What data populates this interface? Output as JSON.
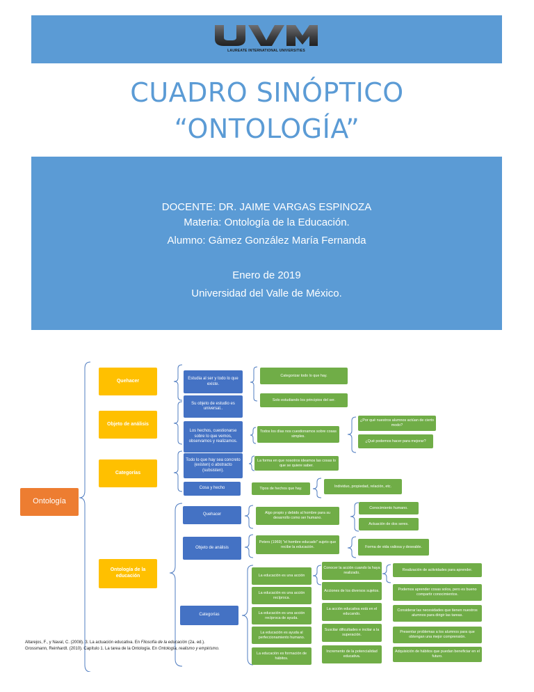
{
  "header": {
    "logo_text": "UVM",
    "logo_tagline": "LAUREATE INTERNATIONAL UNIVERSITIES"
  },
  "title": {
    "line1": "CUADRO SINÓPTICO",
    "line2": "“ONTOLOGÍA”"
  },
  "info": {
    "docente": "DOCENTE: DR. JAIME VARGAS ESPINOZA",
    "materia": "Materia: Ontología de la Educación.",
    "alumno": "Alumno: Gámez González María Fernanda",
    "fecha": "Enero de 2019",
    "universidad": "Universidad del Valle de México."
  },
  "map": {
    "root": "Ontología",
    "n_quehacer": "Quehacer",
    "n_objeto": "Objeto de análisis",
    "n_categorias": "Categorías",
    "n_ontologia_edu": "Ontología de la educación",
    "b_estudia": "Estudia al ser y todo lo que existe.",
    "b_su_objeto": "Su objeto de estudio es universal..",
    "b_hechos": "Los hechos, cuestionarse sobre lo que vemos, observamos y realizamos.",
    "b_todo_lo_que_hay": "Todo lo que hay sea concreto (existen) o abstracto (subsisten).",
    "b_cosa_hecho": "Cosa y hecho",
    "g_categorizar": "Categorizar todo lo que hay.",
    "g_solo_estudiando": "Solo estudiando los principios del ser.",
    "g_todos_los_dias": "Todos los días nos cuestionamos sobre cosas simples.",
    "g_por_que": "¿Por qué nuestros alumnos actúan de cierto modo?",
    "g_que_hacer": "¿Qué podemos hacer para mejorar?",
    "g_forma_ideamos": "La forma en que nosotros ideamos las cosas lo que se quiere saber.",
    "g_tipos_hechos": "Tipos de hechos que hay.",
    "g_individuo": "Individuo, propiedad, relación, etc.",
    "e_quehacer": "Quehacer",
    "e_objeto": "Objeto de análisis",
    "e_categorias": "Categorías",
    "g_algo_propio": "Algo propio y debido al hombre para su desarrollo como ser humano.",
    "g_conocimiento": "Conocimiento humano.",
    "g_actuacion": "Actuación de dos seres.",
    "g_peters": "Peters (1969) \"el hombre educado\" sujeto que recibe la educación.",
    "g_forma_vida": "Forma de vida valiosa y deseable.",
    "c_accion": "La educación es una acción",
    "c_accion_reciproca": "La educación es una acción recíproca.",
    "c_reciproca_ayuda": "La educación es una acción recíproca de ayuda.",
    "c_ayuda_perf": "La educación es ayuda al perfeccionamiento humano.",
    "c_formacion": "La educación es formación de hábitos.",
    "d_conocer": "Conocer la acción cuando la haya realizado.",
    "d_acciones": "Acciones de los diversos sujetos.",
    "d_accion_educativa": "La acción educativa está en el educando.",
    "d_suscitar": "Suscitar dificultades e incitar a la superación.",
    "d_incremento": "Incremento de la potencialidad educativa.",
    "r_realizacion": "Realización de actividades para aprender.",
    "r_aprender": "Podemos aprender cosas solos, pero es bueno compartir conocimientos.",
    "r_considerar": "Considerar las necesidades que tienen nuestros alumnos para dirigir las tareas.",
    "r_presentar": "Presentar problemas a los alumnos para que obtengan una mejor comprensión.",
    "r_adquisicion": "Adquisición de hábitos que puedan beneficiar en el futuro."
  },
  "references": {
    "ref1_a": "Altarejos, F., y Naval, C. (2008). 3. La actuación educativa. En ",
    "ref1_title": "Filosofía de la educación",
    "ref1_b": " (2a. ed.).",
    "ref2_a": "Grossmann, Reinhardt. (2010). Capítulo 1. La tarea de la Ontología. En ",
    "ref2_title": "Ontología, realismo y empirismo."
  },
  "colors": {
    "header_blue": "#5b9bd5",
    "root_orange": "#ed7d31",
    "node_yellow": "#ffc000",
    "node_blue": "#4472c4",
    "node_green": "#70ad47",
    "bracket_blue": "#4f7cc0"
  }
}
